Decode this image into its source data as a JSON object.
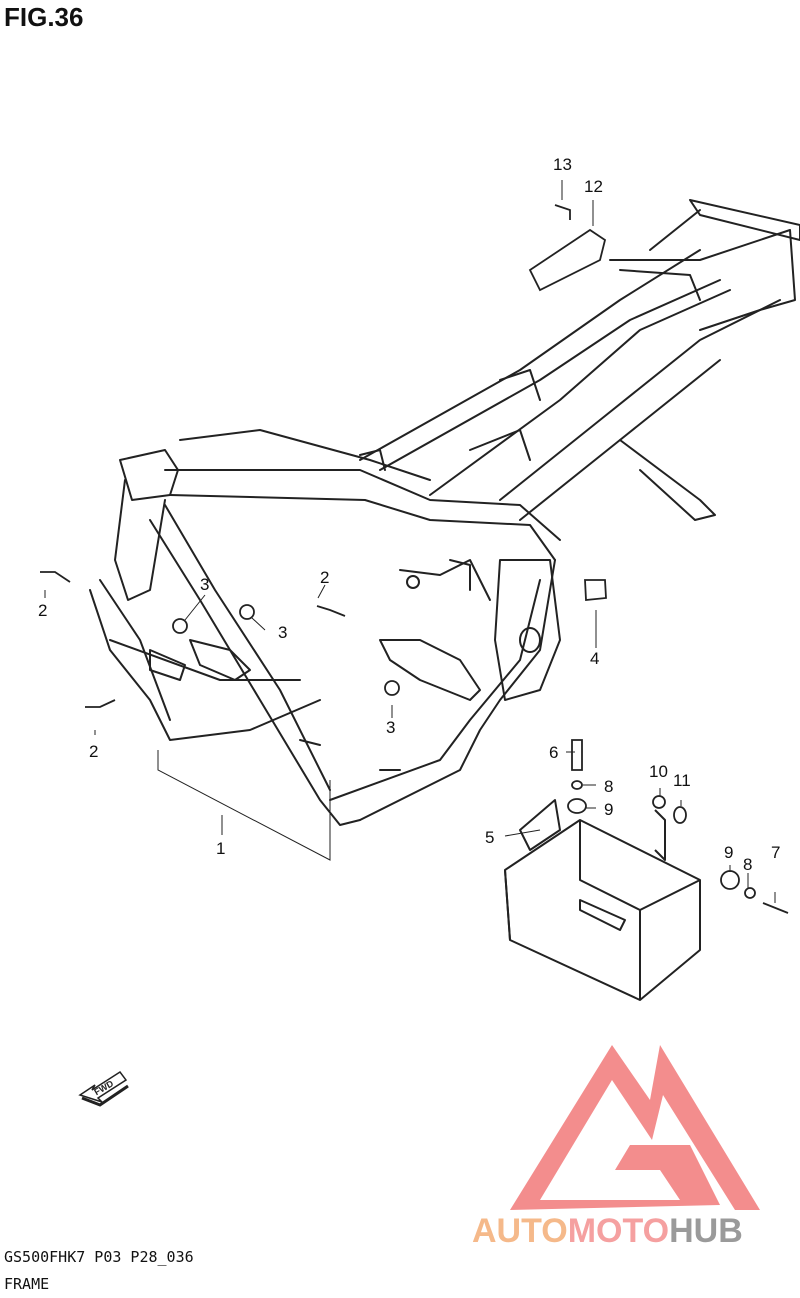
{
  "figure": {
    "title": "FIG.36"
  },
  "callouts": [
    "1",
    "2",
    "2",
    "2",
    "3",
    "3",
    "3",
    "4",
    "5",
    "6",
    "7",
    "8",
    "8",
    "9",
    "9",
    "10",
    "11",
    "12",
    "13"
  ],
  "fwd_label": "FWD",
  "footer": {
    "model_code": "GS500FHK7  P03 P28_036",
    "section_name": "FRAME"
  },
  "watermark": {
    "part1": "AUTO",
    "part2": "MOTO",
    "part3": "HUB",
    "colors": {
      "auto": "#f5b98a",
      "moto": "#f5a0a0",
      "hub": "#9a9a9a",
      "logo": "#f07070"
    }
  }
}
